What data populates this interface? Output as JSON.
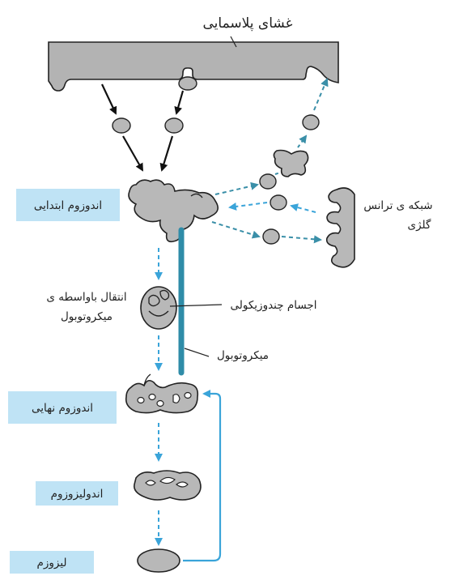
{
  "title": "غشای پلاسمایی",
  "labels": {
    "early_endosome": "اندوزوم ابتدایی",
    "late_endosome": "اندوزوم نهایی",
    "endolysosome": "اندولیزوزوم",
    "lysosome": "لیزوزم",
    "trans_golgi_line1": "شبکه ی ترانس",
    "trans_golgi_line2": "گلژی",
    "multivesicular_bodies": "اجسام چندوزیکولی",
    "transport_line1": "انتقال باواسطه ی",
    "transport_line2": "میکروتوبول",
    "microtubule": "میکروتوبول"
  },
  "colors": {
    "membrane": "#b3b3b3",
    "organelle": "#b8b8b8",
    "label_box": "#bfe3f5",
    "blue_arrow": "#3aa4d9",
    "teal_arrow": "#3a8fa8",
    "microtubule": "#2f8ca8",
    "black_arrow": "#111111"
  }
}
